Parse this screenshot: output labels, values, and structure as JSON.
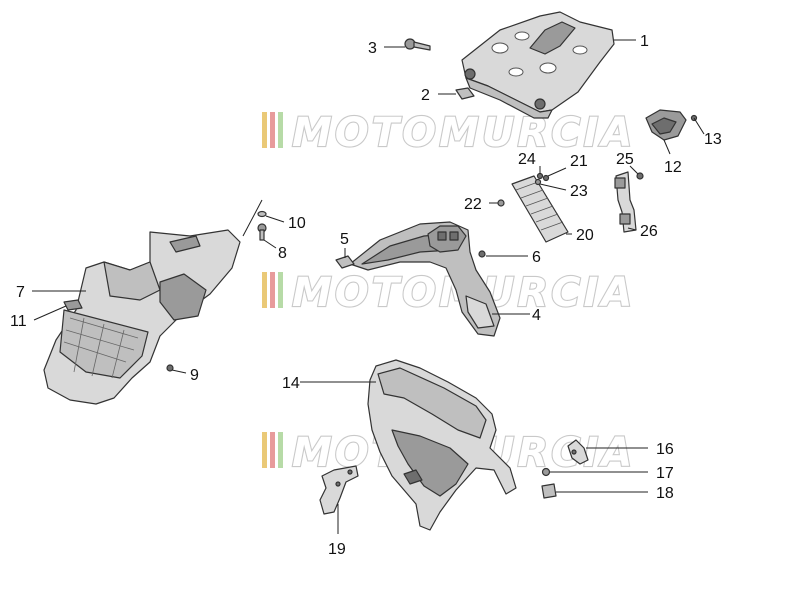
{
  "watermark": {
    "text": "MOTOMURCIA",
    "stripe_colors": [
      "#e3b84a",
      "#e07a7a",
      "#9fd08a",
      "#b8b8b8"
    ]
  },
  "parts": [
    {
      "label": "1"
    },
    {
      "label": "2"
    },
    {
      "label": "3"
    },
    {
      "label": "4"
    },
    {
      "label": "5"
    },
    {
      "label": "6"
    },
    {
      "label": "7"
    },
    {
      "label": "8"
    },
    {
      "label": "9"
    },
    {
      "label": "10"
    },
    {
      "label": "11"
    },
    {
      "label": "12"
    },
    {
      "label": "13"
    },
    {
      "label": "14"
    },
    {
      "label": "16"
    },
    {
      "label": "17"
    },
    {
      "label": "18"
    },
    {
      "label": "19"
    },
    {
      "label": "20"
    },
    {
      "label": "21"
    },
    {
      "label": "22"
    },
    {
      "label": "23"
    },
    {
      "label": "24"
    },
    {
      "label": "25"
    },
    {
      "label": "26"
    }
  ]
}
